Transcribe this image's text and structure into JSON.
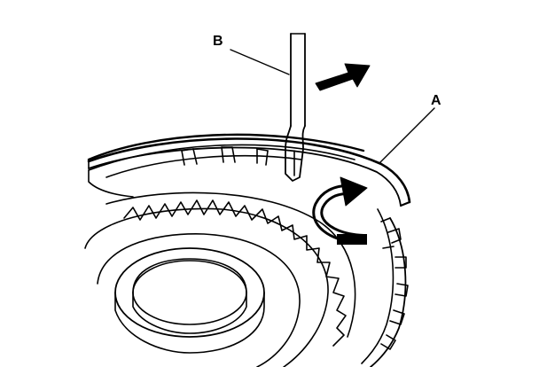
{
  "callouts": {
    "a": "A",
    "b": "B"
  },
  "parts": {
    "a_name": "snap-ring",
    "b_name": "screwdriver"
  },
  "icons": {
    "lift_direction": "arrow-up-right-icon",
    "pry_direction": "curved-arrow-icon"
  },
  "colors": {
    "line": "#000000",
    "background": "#ffffff"
  }
}
